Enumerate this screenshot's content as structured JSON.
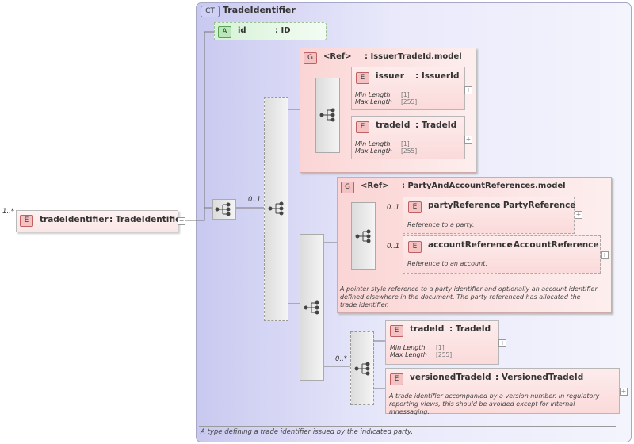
{
  "complex_type": {
    "tag": "CT",
    "name": "TradeIdentifier",
    "documentation": "A type defining a trade identifier issued by the indicated party."
  },
  "attribute": {
    "tag": "A",
    "name": "id",
    "type": ": ID"
  },
  "root": {
    "cardinality": "1..*",
    "tag": "E",
    "name": "tradeIdentifier",
    "type": ": TradeIdentifier",
    "expander": "−"
  },
  "outer_sequence": {
    "cardinality": "0..1"
  },
  "group_issuer": {
    "tag": "G",
    "ref": "<Ref>",
    "name": ": IssuerTradeId.model",
    "issuer": {
      "tag": "E",
      "name": "issuer",
      "type": ": IssuerId",
      "min_label": "Min Length",
      "min_val": "[1]",
      "max_label": "Max Length",
      "max_val": "[255]",
      "expander": "+"
    },
    "tradeid": {
      "tag": "E",
      "name": "tradeId",
      "type": ": TradeId",
      "min_label": "Min Length",
      "min_val": "[1]",
      "max_label": "Max Length",
      "max_val": "[255]",
      "expander": "+"
    }
  },
  "group_party": {
    "tag": "G",
    "ref": "<Ref>",
    "name": ": PartyAndAccountReferences.model",
    "party": {
      "cardinality": "0..1",
      "tag": "E",
      "name": "partyReference",
      "type": ": PartyReference",
      "doc": "Reference to a party.",
      "expander": "+"
    },
    "account": {
      "cardinality": "0..1",
      "tag": "E",
      "name": "accountReference",
      "type": ": AccountReference",
      "doc": "Reference to an account.",
      "expander": "+"
    },
    "doc": "A pointer style reference to a party identifier and optionally an account identifier defined elsewhere in the document. The party referenced has allocated the trade identifier."
  },
  "inner_sequence": {
    "cardinality": "0..*"
  },
  "tradeid2": {
    "tag": "E",
    "name": "tradeId",
    "type": ": TradeId",
    "min_label": "Min Length",
    "min_val": "[1]",
    "max_label": "Max Length",
    "max_val": "[255]",
    "expander": "+"
  },
  "versioned": {
    "tag": "E",
    "name": "versionedTradeId",
    "type": ": VersionedTradeId",
    "doc": "A trade identifier accompanied by a version number. In regulatory reporting views, this should be avoided except for internal mnessaging.",
    "expander": "+"
  }
}
